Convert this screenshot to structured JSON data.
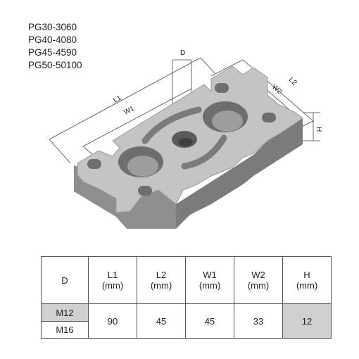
{
  "models": [
    "PG30-3060",
    "PG40-4080",
    "PG45-4590",
    "PG50-50100"
  ],
  "dimension_labels": {
    "D": "D",
    "L1": "L1",
    "L2": "L2",
    "W1": "W1",
    "W2": "W2",
    "H": "H"
  },
  "table": {
    "headers": [
      {
        "name": "D",
        "unit": ""
      },
      {
        "name": "L1",
        "unit": "(mm)"
      },
      {
        "name": "L2",
        "unit": "(mm)"
      },
      {
        "name": "W1",
        "unit": "(mm)"
      },
      {
        "name": "W2",
        "unit": "(mm)"
      },
      {
        "name": "H",
        "unit": "(mm)"
      }
    ],
    "threads": [
      "M12",
      "M16"
    ],
    "values": {
      "L1": "90",
      "L2": "45",
      "W1": "45",
      "W2": "33",
      "H": "12"
    }
  }
}
